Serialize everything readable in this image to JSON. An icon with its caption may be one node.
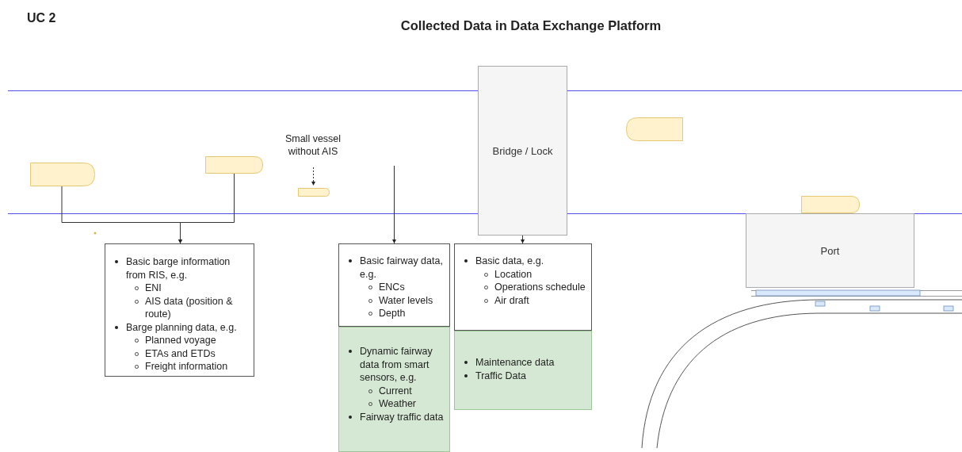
{
  "diagram": {
    "title": "Collected Data in Data Exchange Platform",
    "nodes": [
      {
        "text": [],
        "shape": "boat"
      },
      {
        "text": [],
        "shape": "boat"
      },
      {
        "text": [
          "Small vessel without AIS"
        ]
      },
      {
        "text": [],
        "shape": "boat"
      },
      {
        "text": [
          "Bridge / Lock"
        ]
      },
      {
        "text": [],
        "shape": "boat"
      },
      {
        "text": [],
        "shape": "boat"
      },
      {
        "text": [
          "Port"
        ]
      },
      {
        "text": [
          "Basic barge information from RIS, e.g.",
          "ENI",
          "AIS data (position & route)",
          "Barge planning data, e.g.",
          "Planned voyage",
          "ETAs and ETDs",
          "Freight information"
        ]
      },
      {
        "text": [
          "Basic fairway data, e.g.",
          "ENCs",
          "Water levels",
          "Depth"
        ]
      },
      {
        "text": [
          "Dynamic fairway data from smart sensors, e.g.",
          "Current",
          "Weather",
          "Fairway traffic data"
        ]
      },
      {
        "text": [
          "Basic data, e.g.",
          "Location",
          "Operations schedule",
          "Air draft"
        ]
      },
      {
        "text": [
          "Maintenance data",
          "Traffic Data"
        ]
      }
    ],
    "edges": [
      {
        "from": 0,
        "to": 8,
        "arrow": "to"
      },
      {
        "from": 1,
        "to": 8,
        "arrow": "to"
      },
      {
        "from": 2,
        "to": 3,
        "arrow": "to",
        "style": "dashed"
      },
      {
        "from": null,
        "to": 9,
        "arrow": "to"
      },
      {
        "from": 4,
        "to": 11,
        "arrow": "to"
      }
    ],
    "labels": [
      "UC 2"
    ]
  }
}
